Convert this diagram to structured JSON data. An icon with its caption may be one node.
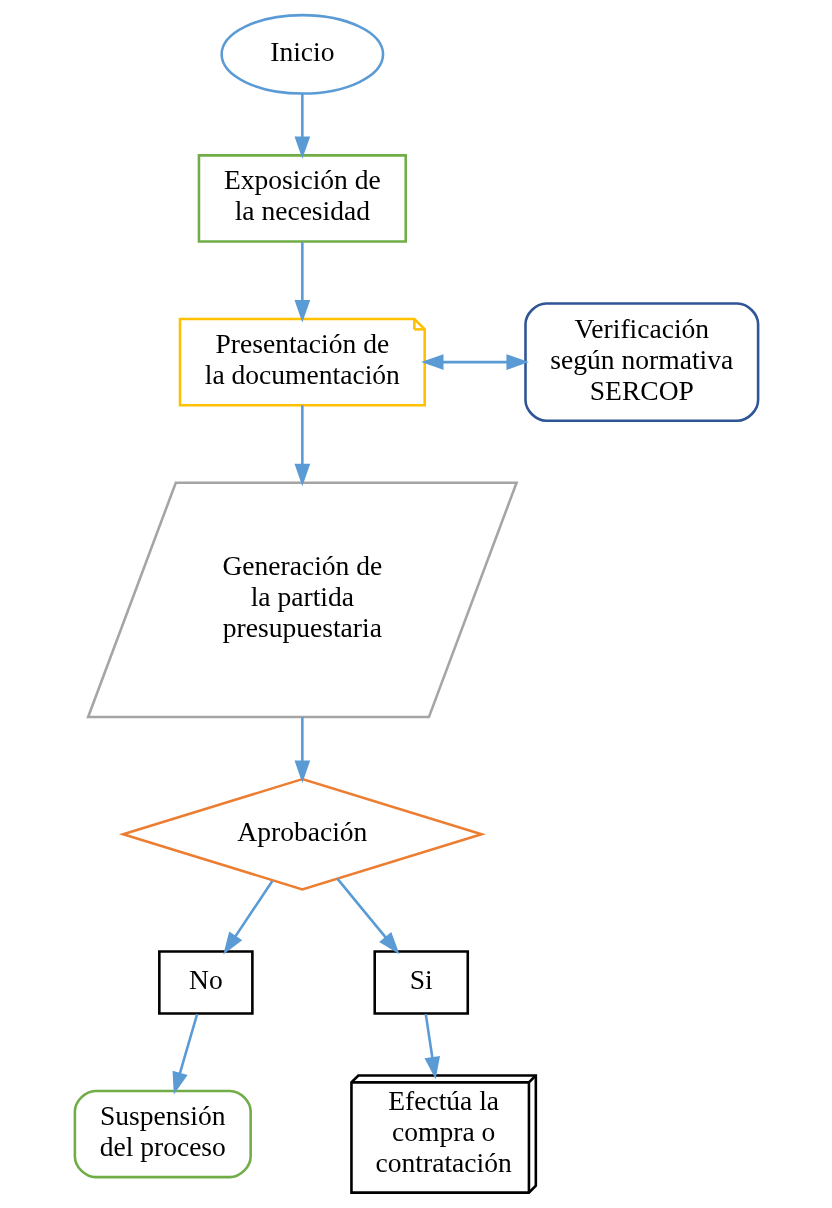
{
  "diagram": {
    "nodes": [
      {
        "text": [
          "Inicio"
        ]
      },
      {
        "text": [
          "Exposición de la necesidad"
        ]
      },
      {
        "text": [
          "Presentación de la documentación"
        ]
      },
      {
        "text": [
          "Verificación según normativa SERCOP"
        ]
      },
      {
        "text": [
          "Generación de la partida presupuestaria"
        ]
      },
      {
        "text": [
          "Aprobación"
        ]
      },
      {
        "text": [
          "No"
        ]
      },
      {
        "text": [
          "Si"
        ]
      },
      {
        "text": [
          "Suspensión del proceso"
        ]
      },
      {
        "text": [
          "Efectúa la compra o contratación"
        ]
      }
    ],
    "edges": [
      {
        "from": 0,
        "to": 1,
        "arrow": "to"
      },
      {
        "from": 1,
        "to": 2,
        "arrow": "to"
      },
      {
        "from": 2,
        "to": 3,
        "arrow": "both"
      },
      {
        "from": 2,
        "to": 4,
        "arrow": "to"
      },
      {
        "from": 4,
        "to": 5,
        "arrow": "to"
      },
      {
        "from": 5,
        "to": 6,
        "arrow": "to"
      },
      {
        "from": 5,
        "to": 7,
        "arrow": "to"
      },
      {
        "from": 6,
        "to": 8,
        "arrow": "to"
      },
      {
        "from": 7,
        "to": 9,
        "arrow": "to"
      }
    ]
  }
}
